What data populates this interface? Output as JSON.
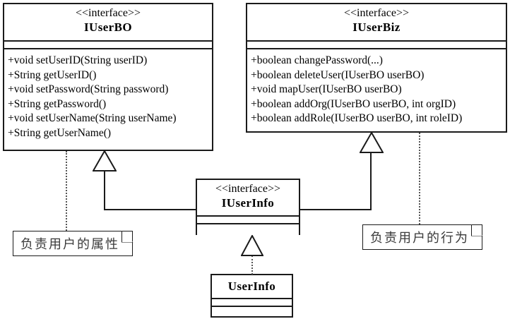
{
  "diagram": {
    "title": "UML interface diagram",
    "stereotype_label": "<<interface>>",
    "colors": {
      "stroke": "#1a1a1a",
      "background": "#ffffff",
      "note_text": "#3a3a3a",
      "dotted": "#555555"
    }
  },
  "classes": [
    {
      "id": "iuserbo",
      "stereotype": "<<interface>>",
      "name": "IUserBO",
      "attributes": [],
      "methods": [
        "+void setUserID(String userID)",
        "+String getUserID()",
        "+void setPassword(String password)",
        "+String getPassword()",
        "+void setUserName(String userName)",
        "+String getUserName()"
      ]
    },
    {
      "id": "iuserbiz",
      "stereotype": "<<interface>>",
      "name": "IUserBiz",
      "attributes": [],
      "methods": [
        "+boolean changePassword(...)",
        "+boolean deleteUser(IUserBO userBO)",
        "+void mapUser(IUserBO userBO)",
        "+boolean addOrg(IUserBO userBO, int orgID)",
        "+boolean addRole(IUserBO userBO, int roleID)"
      ]
    },
    {
      "id": "iuserinfo",
      "stereotype": "<<interface>>",
      "name": "IUserInfo",
      "attributes": [],
      "methods": []
    },
    {
      "id": "userinfo",
      "stereotype": "",
      "name": "UserInfo",
      "attributes": [],
      "methods": []
    }
  ],
  "notes": [
    {
      "id": "note-left",
      "text": "负责用户的属性",
      "attached_to": "iuserbo"
    },
    {
      "id": "note-right",
      "text": "负责用户的行为",
      "attached_to": "iuserbiz"
    }
  ],
  "relationships": [
    {
      "from": "iuserinfo",
      "to": "iuserbo",
      "type": "generalization"
    },
    {
      "from": "iuserinfo",
      "to": "iuserbiz",
      "type": "generalization"
    },
    {
      "from": "userinfo",
      "to": "iuserinfo",
      "type": "realization"
    }
  ]
}
